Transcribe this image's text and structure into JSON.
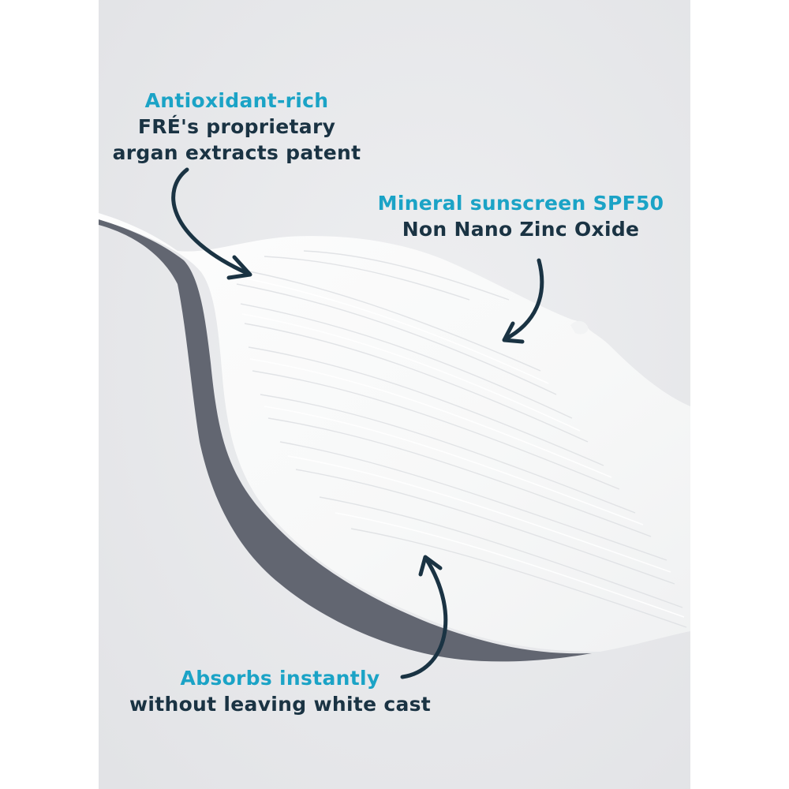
{
  "colors": {
    "page_margin": "#ffffff",
    "backdrop": "#e8e9eb",
    "cream": "#fbfbfb",
    "cream_shadow": "#d9dbe0",
    "headline_accent": "#1ba3c6",
    "body_text": "#1a3343",
    "arrow": "#1a3343"
  },
  "callouts": [
    {
      "headline": "Antioxidant-rich",
      "lines": [
        "FRÉ's proprietary",
        "argan extracts patent"
      ]
    },
    {
      "headline": "Mineral sunscreen SPF50",
      "lines": [
        "Non Nano Zinc Oxide"
      ]
    },
    {
      "headline": "Absorbs instantly",
      "lines": [
        "without leaving white cast"
      ]
    }
  ],
  "icons": [
    "curved-arrow-icon"
  ]
}
